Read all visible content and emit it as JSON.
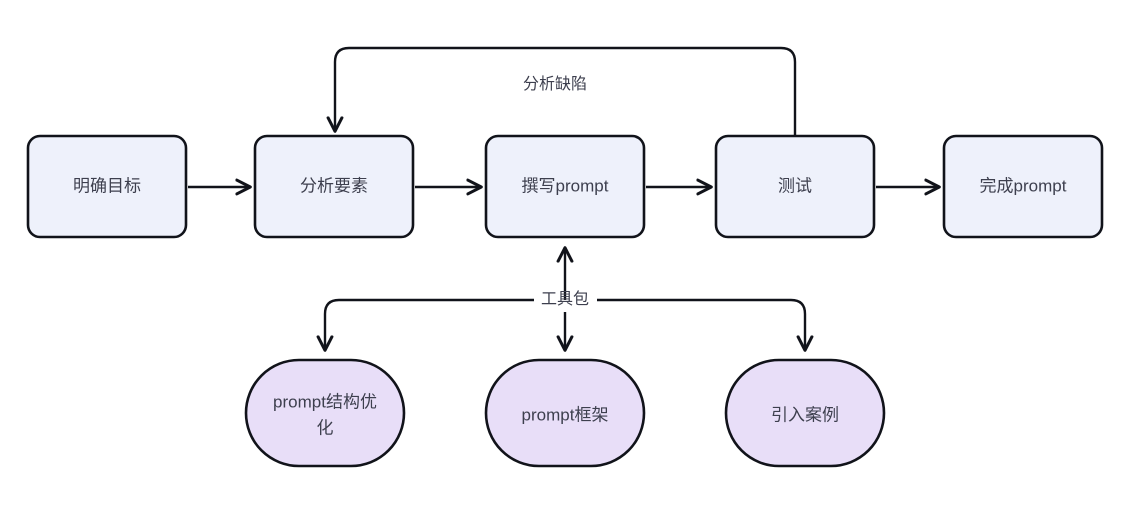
{
  "diagram": {
    "type": "flowchart",
    "orientation": "left-to-right with feedback loop and toolbox branch",
    "colors": {
      "process_fill": "#eef1fb",
      "toolbox_fill": "#e8def8",
      "stroke": "#11131a",
      "text": "#3d3f4e",
      "background": "#ffffff"
    },
    "main_flow": {
      "nodes": [
        {
          "id": "goal",
          "label": "明确目标",
          "shape": "rounded-rect"
        },
        {
          "id": "elements",
          "label": "分析要素",
          "shape": "rounded-rect"
        },
        {
          "id": "write",
          "label": "撰写prompt",
          "shape": "rounded-rect"
        },
        {
          "id": "test",
          "label": "测试",
          "shape": "rounded-rect"
        },
        {
          "id": "done",
          "label": "完成prompt",
          "shape": "rounded-rect"
        }
      ],
      "edges": [
        {
          "from": "goal",
          "to": "elements",
          "label": ""
        },
        {
          "from": "elements",
          "to": "write",
          "label": ""
        },
        {
          "from": "write",
          "to": "test",
          "label": ""
        },
        {
          "from": "test",
          "to": "done",
          "label": ""
        },
        {
          "from": "test",
          "to": "elements",
          "label": "分析缺陷"
        }
      ]
    },
    "toolbox": {
      "label": "工具包",
      "target": "write",
      "items": [
        {
          "id": "structure",
          "label": "prompt结构优化",
          "line1": "prompt结构优",
          "line2": "化",
          "shape": "stadium"
        },
        {
          "id": "framework",
          "label": "prompt框架",
          "line1": "prompt框架",
          "line2": "",
          "shape": "stadium"
        },
        {
          "id": "examples",
          "label": "引入案例",
          "line1": "引入案例",
          "line2": "",
          "shape": "stadium"
        }
      ]
    }
  }
}
